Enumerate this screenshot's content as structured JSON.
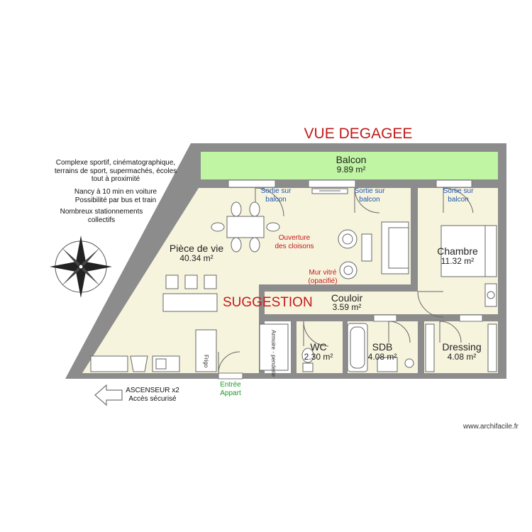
{
  "header": {
    "view_title": "VUE DEGAGEE"
  },
  "suggestion": "SUGGESTION",
  "rooms": {
    "balcon": {
      "name": "Balcon",
      "area": "9.89 m²"
    },
    "piece_de_vie": {
      "name": "Pièce de vie",
      "area": "40.34 m²"
    },
    "chambre": {
      "name": "Chambre",
      "area": "11.32 m²"
    },
    "couloir": {
      "name": "Couloir",
      "area": "3.59 m²"
    },
    "wc": {
      "name": "WC",
      "area": "2.30 m²"
    },
    "sdb": {
      "name": "SDB",
      "area": "4.08 m²"
    },
    "dressing": {
      "name": "Dressing",
      "area": "4.08 m²"
    }
  },
  "exits": {
    "balcon_left": [
      "Sortie sur",
      "balcon"
    ],
    "balcon_middle": [
      "Sortie sur",
      "balcon"
    ],
    "balcon_right": [
      "Sortie sur",
      "balcon"
    ]
  },
  "annotations": {
    "ouverture": [
      "Ouverture",
      "des cloisons"
    ],
    "mur_vitre": [
      "Mur vitré",
      "(opacifié)"
    ],
    "entree": [
      "Entrée",
      "Appart"
    ],
    "armoire": "Armoire - penderie",
    "frigo": "Frigo"
  },
  "notes": {
    "amenities": [
      "Complexe sportif, cinématographique,",
      "terrains de sport, supermachés, écoles",
      "tout à proximité"
    ],
    "transport": [
      "Nancy à 10 min en voiture",
      "Possibilité par bus et train"
    ],
    "parking": [
      "Nombreux stationnements",
      "collectifs"
    ],
    "elevator": [
      "ASCENSEUR x2",
      "Accès sécurisé"
    ]
  },
  "watermark": "www.archifacile.fr",
  "colors": {
    "wall": "#8c8c8c",
    "floor": "#f7f4de",
    "balcony": "#bff5a3",
    "title_red": "#c11a1a",
    "label_blue": "#2156b0",
    "label_green": "#1f9a2b"
  }
}
